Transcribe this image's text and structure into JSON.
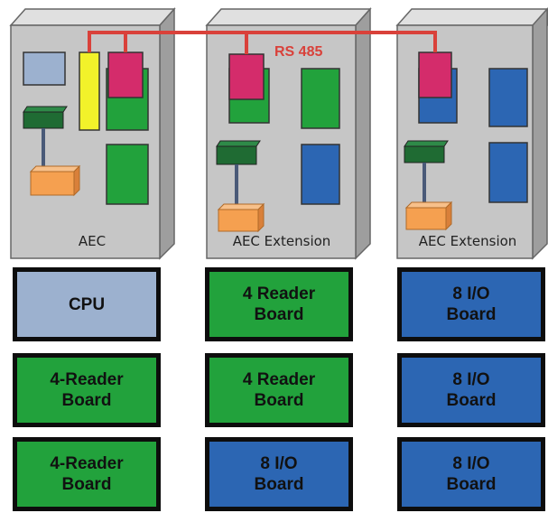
{
  "bus_label": "RS 485",
  "cabinets": [
    {
      "label": "AEC"
    },
    {
      "label": "AEC Extension"
    },
    {
      "label": "AEC Extension"
    }
  ],
  "columns": [
    {
      "boards": [
        {
          "type": "cpu",
          "text": "CPU"
        },
        {
          "type": "reader",
          "text": "4-Reader\nBoard"
        },
        {
          "type": "reader",
          "text": "4-Reader\nBoard"
        }
      ]
    },
    {
      "boards": [
        {
          "type": "reader",
          "text": "4 Reader\nBoard"
        },
        {
          "type": "reader",
          "text": "4 Reader\nBoard"
        },
        {
          "type": "io",
          "text": "8 I/O\nBoard"
        }
      ]
    },
    {
      "boards": [
        {
          "type": "io",
          "text": "8 I/O\nBoard"
        },
        {
          "type": "io",
          "text": "8 I/O\nBoard"
        },
        {
          "type": "io",
          "text": "8 I/O\nBoard"
        }
      ]
    }
  ],
  "colors": {
    "cabinet_front": "#c6c6c6",
    "cabinet_side": "#9e9e9e",
    "cpu": "#9cb1cf",
    "reader_board": "#22a23c",
    "io_board": "#2c66b3",
    "bus": "#d9413a",
    "bus_module": "#d42c6b",
    "interface_module": "#f2f22a",
    "controller_module": "#1f6b33",
    "power_module": "#f5a050"
  }
}
